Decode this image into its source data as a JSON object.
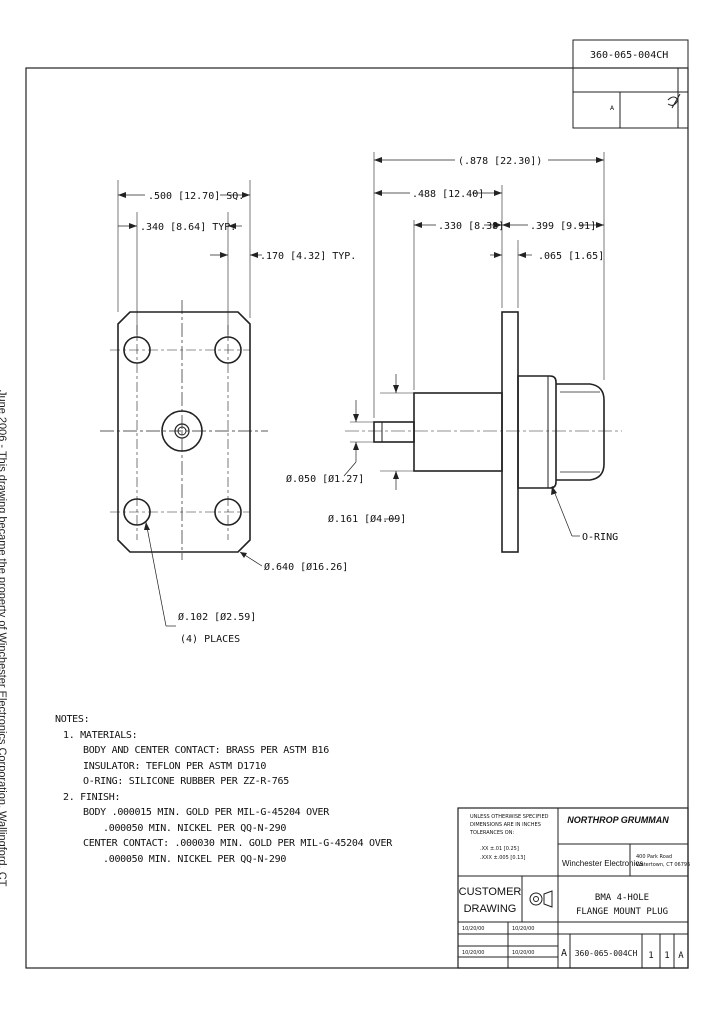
{
  "side_note": "June 2006 - This drawing became the property of Winchester Electronics Corporation, Wallingford, CT",
  "revision_block": {
    "part_number": "360-065-004CH",
    "revision_letter": "A"
  },
  "dimensions": {
    "overall_length": "(.878 [22.30])",
    "length_488": ".488 [12.40]",
    "length_330": ".330 [8.38]",
    "length_399": ".399 [9.91]",
    "flange_thickness": ".065 [1.65]",
    "square_500": ".500 [12.70] SQ.",
    "spacing_340": ".340 [8.64] TYP.",
    "offset_170": ".170 [4.32] TYP.",
    "dia_050": "Ø.050 [Ø1.27]",
    "dia_161": "Ø.161 [Ø4.09]",
    "dia_640": "Ø.640 [Ø16.26]",
    "dia_102": "Ø.102 [Ø2.59]",
    "places": "(4) PLACES",
    "oring_label": "O-RING"
  },
  "notes": {
    "title": "NOTES:",
    "materials_heading": "1. MATERIALS:",
    "materials": [
      "BODY AND CENTER CONTACT: BRASS PER ASTM B16",
      "INSULATOR: TEFLON PER ASTM D1710",
      "O-RING: SILICONE RUBBER PER ZZ-R-765"
    ],
    "finish_heading": "2. FINISH:",
    "finish": [
      "BODY .000015 MIN. GOLD PER MIL-G-45204 OVER",
      ".000050 MIN. NICKEL PER QQ-N-290",
      "CENTER CONTACT: .000030 MIN. GOLD PER MIL-G-45204 OVER",
      ".000050 MIN. NICKEL PER QQ-N-290"
    ]
  },
  "title_block": {
    "company": "NORTHROP GRUMMAN",
    "division": "Winchester Electronics",
    "address_1": "400 Park Road",
    "address_2": "Watertown, CT 06795",
    "customer_drawing_1": "CUSTOMER",
    "customer_drawing_2": "DRAWING",
    "title_1": "BMA 4-HOLE",
    "title_2": "FLANGE MOUNT PLUG",
    "size": "A",
    "dwg_no": "360-065-004CH",
    "sheet": "1",
    "of": "1",
    "rev": "A",
    "tolerance_1": "UNLESS OTHERWISE SPECIFIED",
    "tolerance_2": "DIMENSIONS ARE IN INCHES",
    "tolerance_3": "TOLERANCES ON:",
    "tolerance_4": ".XX ±.01 [0.25]",
    "tolerance_5": ".XXX ±.005 [0.13]",
    "drawn_date": "10/20/00",
    "check_date": "10/20/00",
    "appr_date": "10/20/00",
    "issued_date": "10/20/00"
  }
}
